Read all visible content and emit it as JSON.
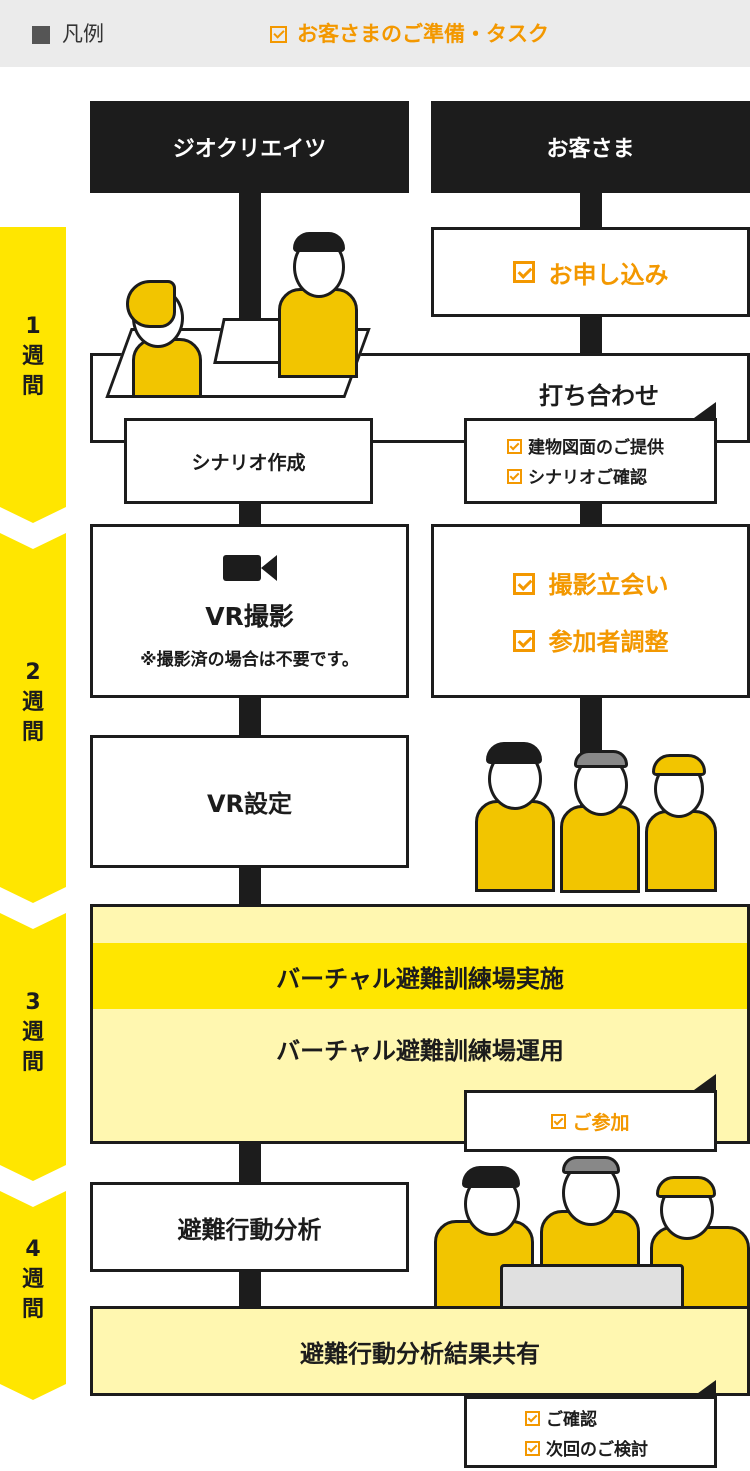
{
  "legend": {
    "label": "凡例",
    "task_label": "お客さまのご準備・タスク"
  },
  "columns": {
    "left": "ジオクリエイツ",
    "right": "お客さま"
  },
  "weeks": [
    {
      "num": "1",
      "char1": "週",
      "char2": "間"
    },
    {
      "num": "2",
      "char1": "週",
      "char2": "間"
    },
    {
      "num": "3",
      "char1": "週",
      "char2": "間"
    },
    {
      "num": "4",
      "char1": "週",
      "char2": "間"
    }
  ],
  "steps": {
    "apply": "お申し込み",
    "meeting": "打ち合わせ",
    "scenario": "シナリオ作成",
    "meeting_tasks": [
      "建物図面のご提供",
      "シナリオご確認"
    ],
    "vr_shoot": "VR撮影",
    "vr_note": "※撮影済の場合は不要です。",
    "shoot_tasks": [
      "撮影立会い",
      "参加者調整"
    ],
    "vr_setup": "VR設定",
    "drill": "バーチャル避難訓練場実施",
    "drill_operate": "バーチャル避難訓練場運用",
    "join": "ご参加",
    "analysis": "避難行動分析",
    "share": "避難行動分析結果共有",
    "share_tasks": [
      "ご確認",
      "次回のご検討"
    ]
  },
  "colors": {
    "accent": "#f39800",
    "week_band": "#ffe600",
    "highlight": "#ffe600",
    "pale": "#fff7b0"
  }
}
